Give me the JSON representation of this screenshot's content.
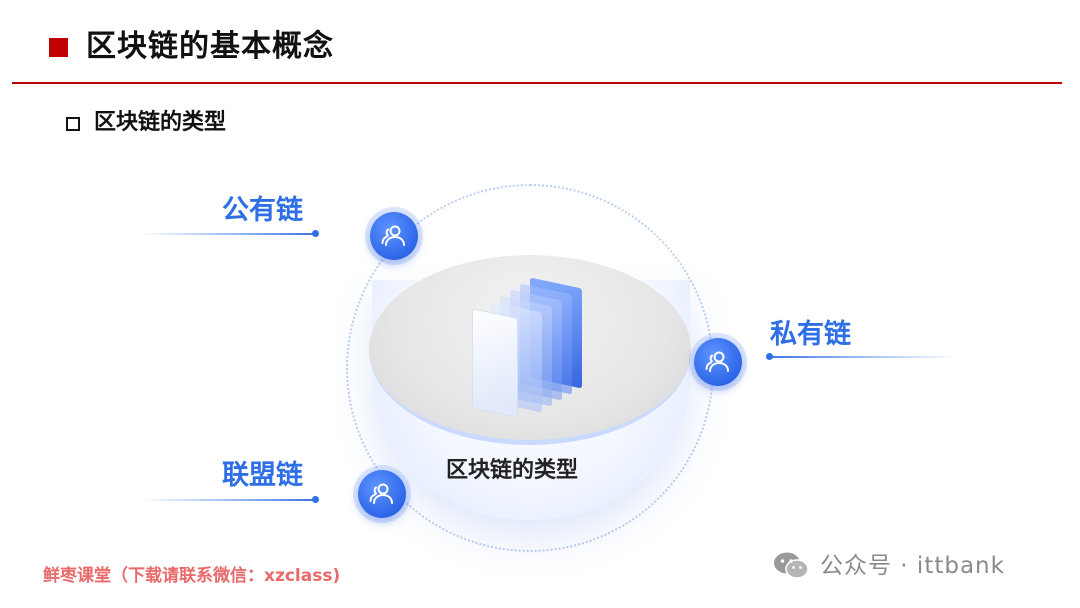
{
  "header": {
    "title": "区块链的基本概念"
  },
  "section": {
    "subtitle": "区块链的类型"
  },
  "diagram": {
    "center_label": "区块链的类型",
    "nodes": [
      {
        "label": "公有链",
        "icon": "users-icon"
      },
      {
        "label": "私有链",
        "icon": "users-icon"
      },
      {
        "label": "联盟链",
        "icon": "users-icon"
      }
    ]
  },
  "colors": {
    "accent_red": "#c00000",
    "accent_blue": "#2f6fe6",
    "footer_red": "#e86a6a"
  },
  "footer": {
    "promo": "鲜枣课堂（下载请联系微信：xzclass)",
    "account": "公众号 · ittbank"
  }
}
